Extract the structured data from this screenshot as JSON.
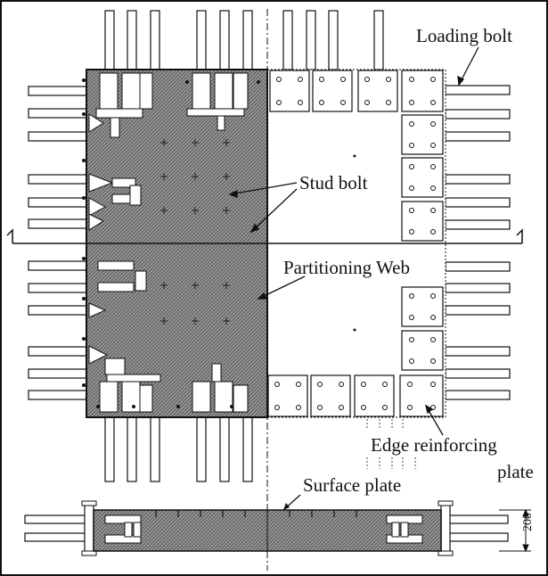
{
  "labels": {
    "loading_bolt": "Loading bolt",
    "stud_bolt": "Stud bolt",
    "partitioning_web": "Partitioning Web",
    "edge_reinforcing_line1": "Edge reinforcing",
    "edge_reinforcing_line2": "plate",
    "surface_plate": "Surface plate",
    "dimension": "200"
  },
  "colors": {
    "ink": "#111111",
    "hatch_fill": "#8a8a8a",
    "paper": "#ffffff"
  }
}
